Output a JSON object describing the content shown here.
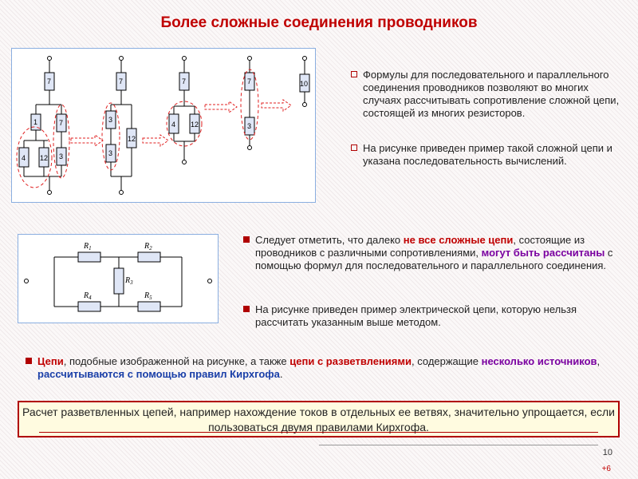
{
  "title": "Более сложные соединения проводников",
  "diagram1": {
    "labels": [
      "7",
      "1",
      "7",
      "4",
      "12",
      "3",
      "7",
      "3",
      "3",
      "12",
      "7",
      "4",
      "12",
      "7",
      "3",
      "10"
    ]
  },
  "diagram2": {
    "labels": [
      "R",
      "1",
      "R",
      "2",
      "R",
      "3",
      "R",
      "4",
      "R",
      "5"
    ]
  },
  "bullets_top": [
    "Формулы для последовательного и параллельного соединения проводников позволяют во многих случаях рассчитывать сопротивление сложной цепи, состоящей из многих резисторов.",
    "На рисунке приведен пример такой сложной цепи и указана последовательность вычислений."
  ],
  "bullet_mid1": {
    "p1": "Следует отметить, что далеко ",
    "h1": "не все сложные цепи",
    "p2": ", состоящие из проводников с различными сопротивлениями, ",
    "h2": "могут быть рассчитаны",
    "p3": " с помощью формул для последовательного и параллельного соединения."
  },
  "bullet_mid2": "На рисунке приведен пример электрической цепи, которую нельзя рассчитать указанным выше методом.",
  "bullet_kirchhoff": {
    "h1": "Цепи",
    "p1": ", подобные изображенной на рисунке, а также ",
    "h2": "цепи с разветвлениями",
    "p2": ", содержащие ",
    "h3": "несколько источников",
    "p3": ", ",
    "h4": "рассчитываются с помощью правил Кирхгофа",
    "p4": "."
  },
  "box_text": "Расчет разветвленных цепей, например нахождение токов в отдельных ее ветвях, значительно упрощается, если пользоваться двумя правилами Кирхгофа.",
  "page_number": "10",
  "page_extra": "+6",
  "colors": {
    "title": "#c00000",
    "accent_red": "#c00000",
    "accent_purple": "#7a00a0",
    "accent_blue": "#1a3fa8",
    "panel_border": "#8aaee0",
    "box_bg": "#fffbe0"
  }
}
